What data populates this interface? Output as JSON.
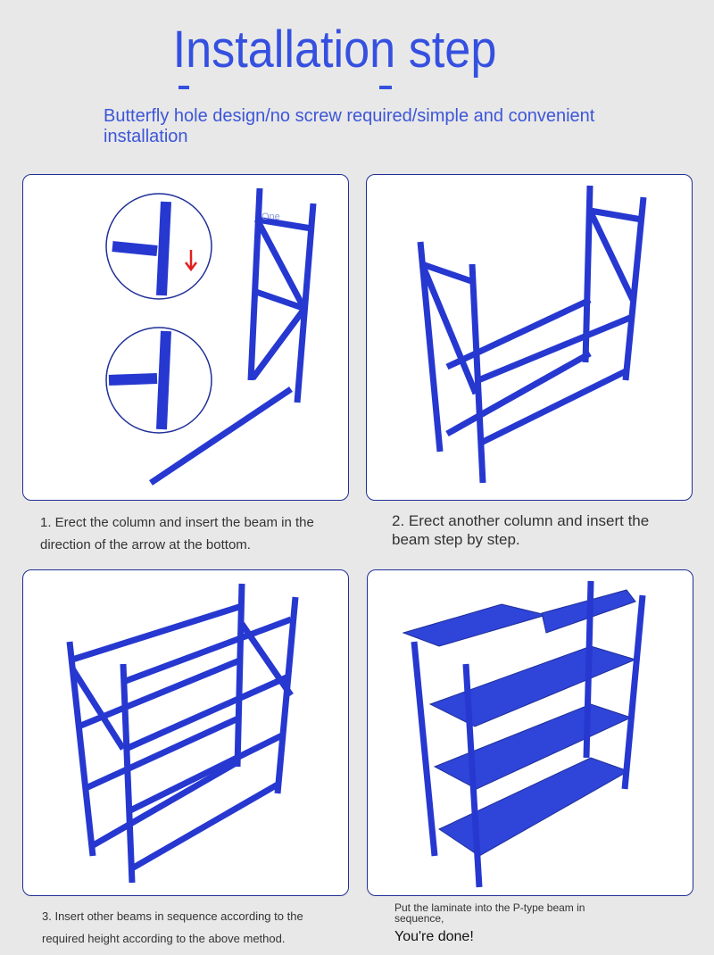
{
  "header": {
    "title": "Installation step",
    "subtitle": "Butterfly hole design/no screw required/simple and convenient installation"
  },
  "steps": [
    {
      "caption": "1. Erect the column and insert the beam in the direction of the arrow at the bottom.",
      "label": "One"
    },
    {
      "caption": "2. Erect another column and insert the beam step by step."
    },
    {
      "caption": "3. Insert other beams in sequence according to the required height according to the above method."
    },
    {
      "caption": "Put the laminate into the P-type beam in sequence,",
      "done": "You're done!"
    }
  ],
  "colors": {
    "accent": "#3550e0",
    "shelf": "#2638d0",
    "border": "#1f2f98",
    "arrow": "#e02020"
  }
}
